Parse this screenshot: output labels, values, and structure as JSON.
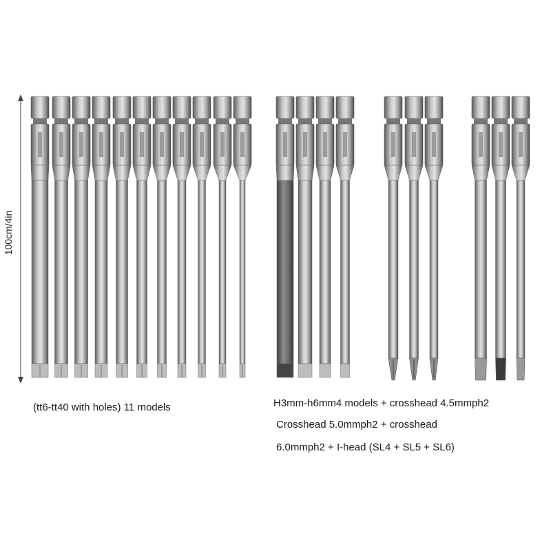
{
  "measurement": {
    "label": "100cm/4in"
  },
  "captions": {
    "torx_set": "(tt6-tt40 with holes) 11 models",
    "other_line1": "H3mm-h6mm4 models + crosshead 4.5mmph2",
    "other_line2": "Crosshead 5.0mmph2 + crosshead",
    "other_line3": "6.0mmph2 + I-head (SL4 + SL5 + SL6)"
  },
  "groups": [
    {
      "name": "torx-bits",
      "tip": "torx",
      "count": 11
    },
    {
      "name": "hex-bits",
      "tip": "hex",
      "count": 4
    },
    {
      "name": "phillips-bits",
      "tip": "phillips",
      "count": 3
    },
    {
      "name": "slotted-bits",
      "tip": "slotted",
      "count": 3
    }
  ],
  "colors": {
    "bit_dark": "#5c5c5c",
    "bit_mid": "#a8a8a8",
    "bit_light": "#d6d6d6",
    "text": "#1a1a1a"
  }
}
